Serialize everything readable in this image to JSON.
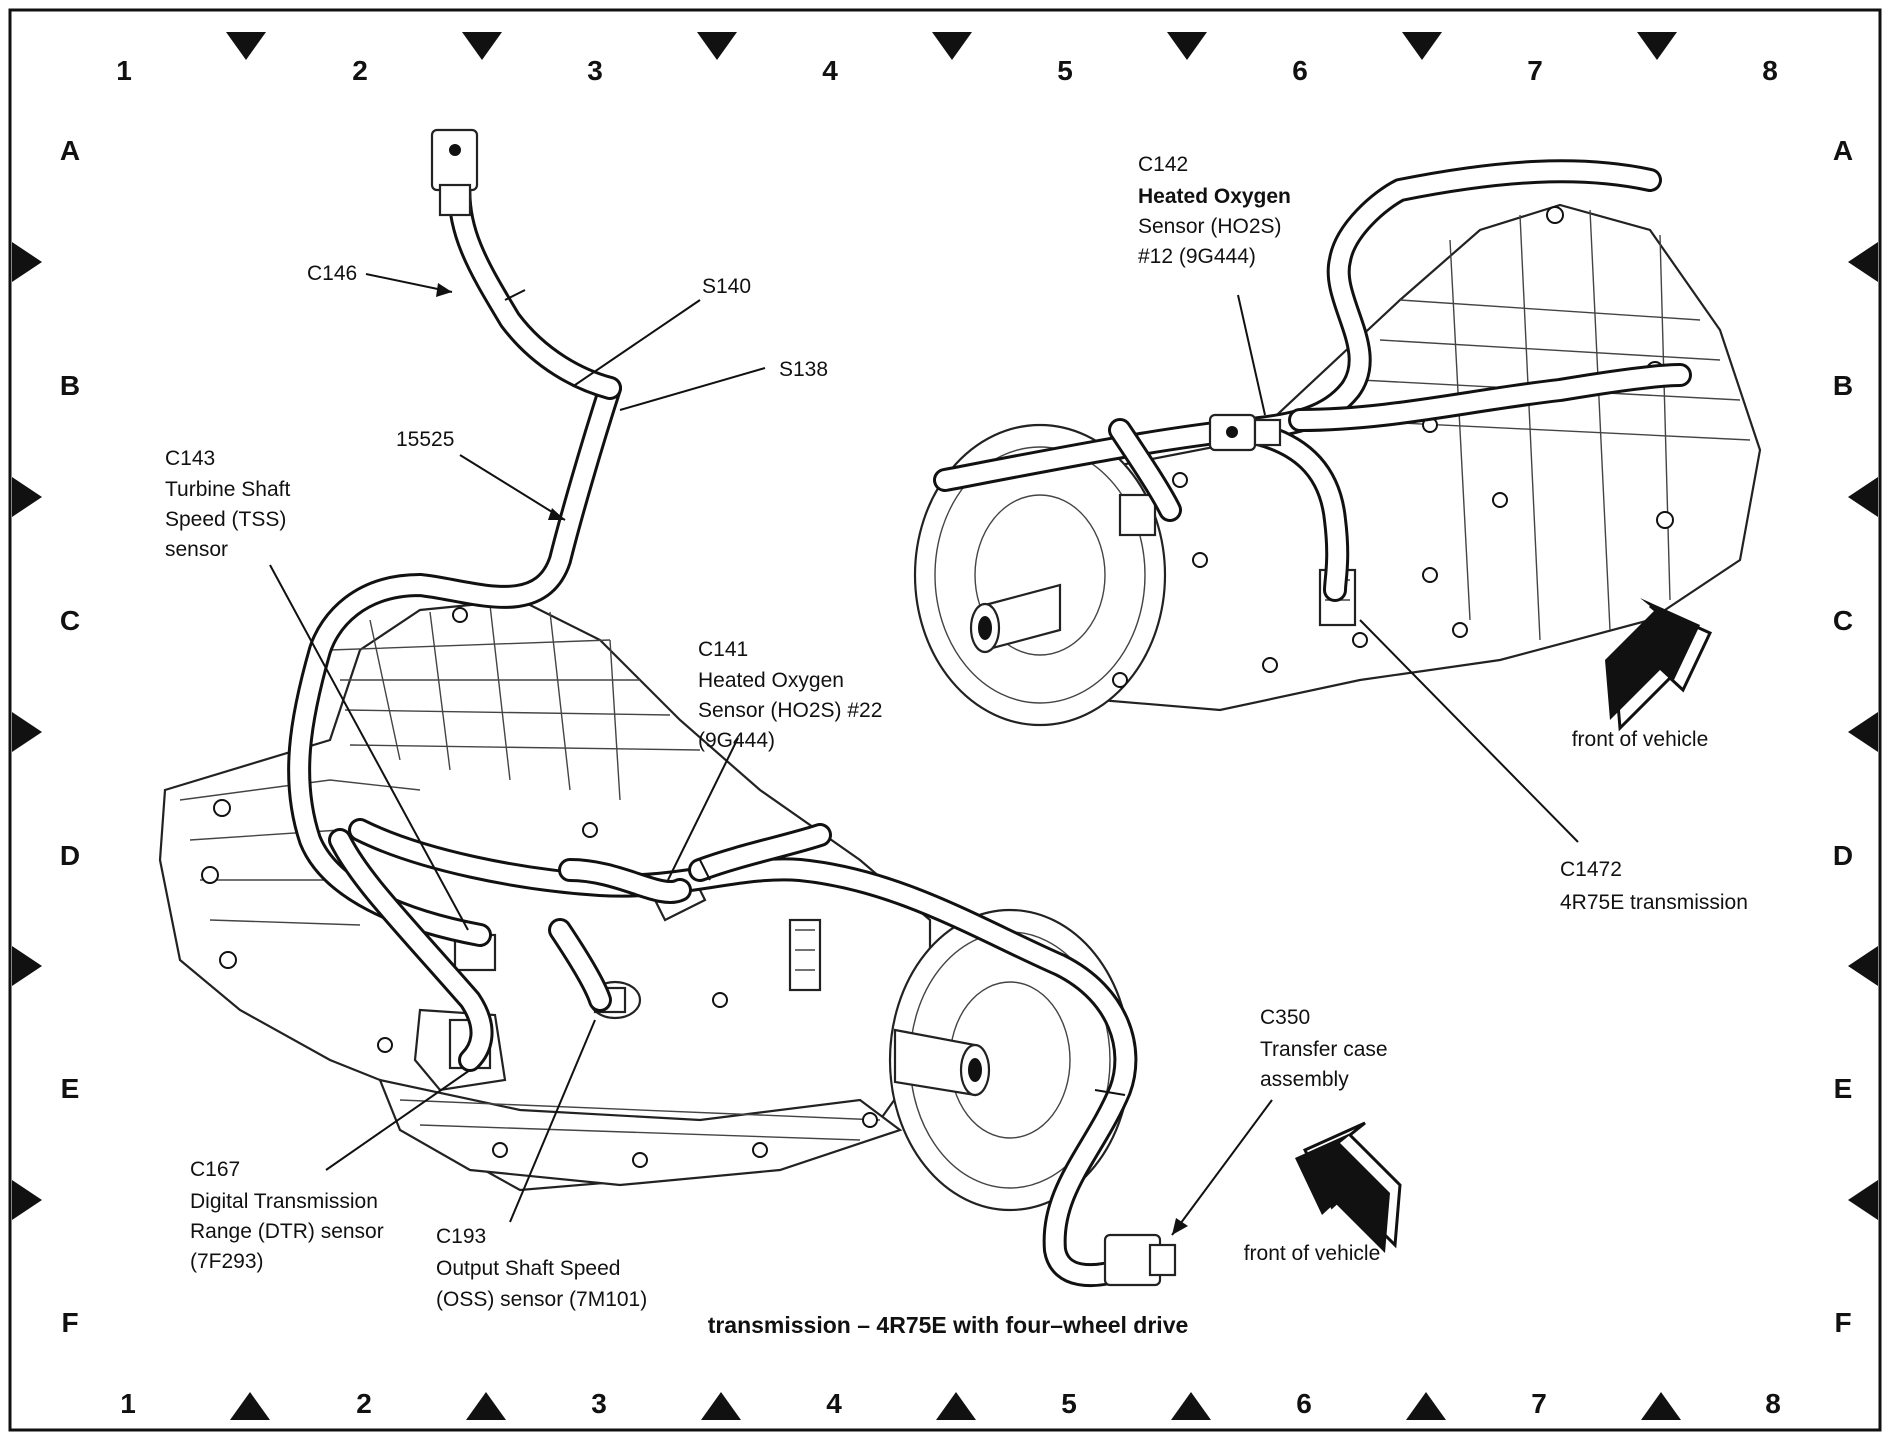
{
  "grid": {
    "columns": [
      "1",
      "2",
      "3",
      "4",
      "5",
      "6",
      "7",
      "8"
    ],
    "rows": [
      "A",
      "B",
      "C",
      "D",
      "E",
      "F"
    ]
  },
  "caption": "transmission – 4R75E with four–wheel drive",
  "callouts": {
    "c146": "C146",
    "s140": "S140",
    "s138": "S138",
    "harness": "15525",
    "c143": {
      "id": "C143",
      "lines": [
        "Turbine Shaft",
        "Speed (TSS)",
        "sensor"
      ]
    },
    "c141": {
      "id": "C141",
      "lines": [
        "Heated Oxygen",
        "Sensor (HO2S) #22",
        "(9G444)"
      ]
    },
    "c142": {
      "id": "C142",
      "lines": [
        "Heated Oxygen",
        "Sensor (HO2S)",
        "#12 (9G444)"
      ]
    },
    "c1472": {
      "id": "C1472",
      "lines": [
        "4R75E transmission"
      ]
    },
    "c350": {
      "id": "C350",
      "lines": [
        "Transfer case",
        "assembly"
      ]
    },
    "c167": {
      "id": "C167",
      "lines": [
        "Digital Transmission",
        "Range (DTR) sensor",
        "(7F293)"
      ]
    },
    "c193": {
      "id": "C193",
      "lines": [
        "Output Shaft Speed",
        "(OSS) sensor (7M101)"
      ]
    }
  },
  "front_labels": {
    "upper": "front of vehicle",
    "lower": "front of vehicle"
  }
}
